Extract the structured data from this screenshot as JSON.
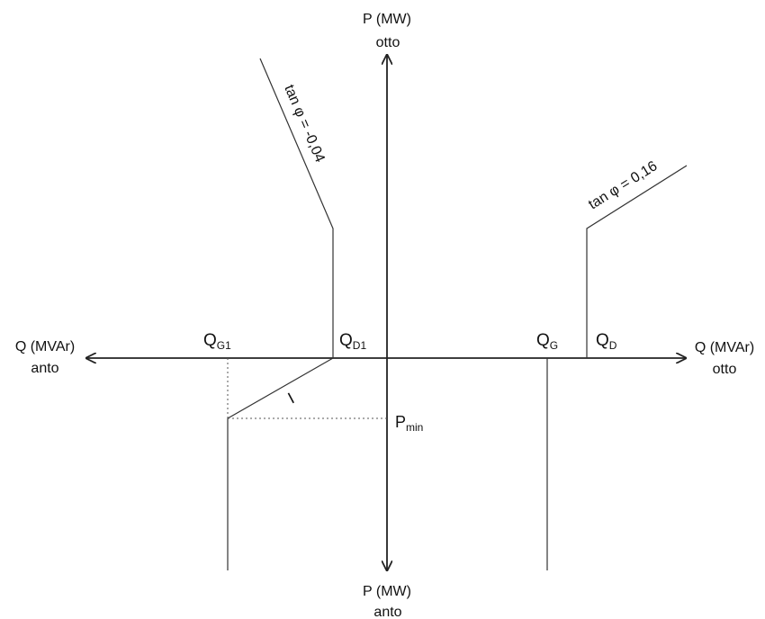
{
  "axes": {
    "p_top": {
      "line1": "P (MW)",
      "line2": "otto"
    },
    "p_bottom": {
      "line1": "P (MW)",
      "line2": "anto"
    },
    "q_left": {
      "line1": "Q (MVAr)",
      "line2": "anto"
    },
    "q_right": {
      "line1": "Q (MVAr)",
      "line2": "otto"
    }
  },
  "labels": {
    "qg1": {
      "main": "Q",
      "sub": "G1"
    },
    "qd1": {
      "main": "Q",
      "sub": "D1"
    },
    "qg": {
      "main": "Q",
      "sub": "G"
    },
    "qd": {
      "main": "Q",
      "sub": "D"
    },
    "pmin": {
      "main": "P",
      "sub": "min"
    },
    "slope_left": "tan φ = -0,04",
    "slope_right": "tan φ = 0,16",
    "slope_mark": "I"
  },
  "colors": {
    "line": "#222222",
    "dotted": "#555555"
  }
}
